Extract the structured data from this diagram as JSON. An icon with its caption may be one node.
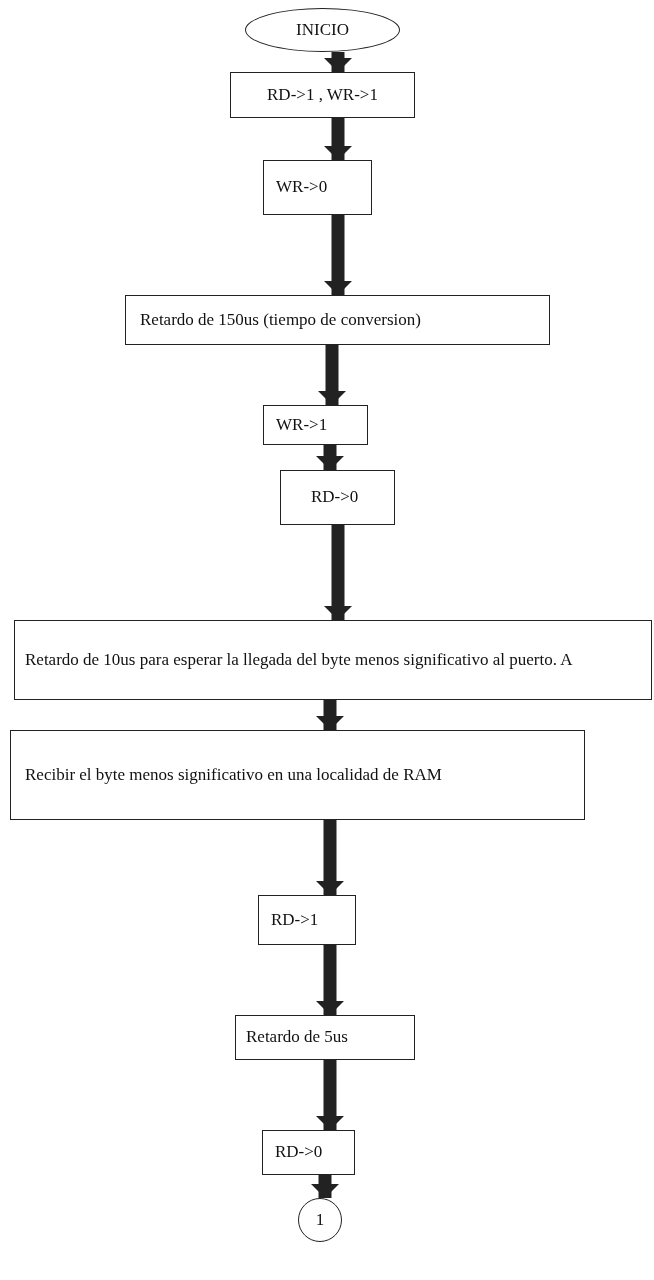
{
  "diagram": {
    "nodes": [
      {
        "text": [
          "INICIO"
        ]
      },
      {
        "text": [
          "RD->1 , WR->1"
        ]
      },
      {
        "text": [
          "WR->0"
        ]
      },
      {
        "text": [
          "Retardo de 150us (tiempo de conversion)"
        ]
      },
      {
        "text": [
          "WR->1"
        ]
      },
      {
        "text": [
          "RD->0"
        ]
      },
      {
        "text": [
          "Retardo de 10us para esperar la llegada del byte menos significativo al puerto. A"
        ]
      },
      {
        "text": [
          "Recibir el byte menos significativo en una localidad de RAM"
        ]
      },
      {
        "text": [
          "RD->1"
        ]
      },
      {
        "text": [
          "Retardo de 5us"
        ]
      },
      {
        "text": [
          "RD->0"
        ]
      },
      {
        "text": [
          "1"
        ]
      }
    ],
    "edges": [
      {
        "from": 0,
        "to": 1,
        "arrow": "to"
      },
      {
        "from": 1,
        "to": 2,
        "arrow": "to"
      },
      {
        "from": 2,
        "to": 3,
        "arrow": "to"
      },
      {
        "from": 3,
        "to": 4,
        "arrow": "to"
      },
      {
        "from": 4,
        "to": 5,
        "arrow": "to"
      },
      {
        "from": 5,
        "to": 6,
        "arrow": "to"
      },
      {
        "from": 6,
        "to": 7,
        "arrow": "to"
      },
      {
        "from": 7,
        "to": 8,
        "arrow": "to"
      },
      {
        "from": 8,
        "to": 9,
        "arrow": "to"
      },
      {
        "from": 9,
        "to": 10,
        "arrow": "to"
      },
      {
        "from": 10,
        "to": 11,
        "arrow": "to"
      }
    ]
  }
}
